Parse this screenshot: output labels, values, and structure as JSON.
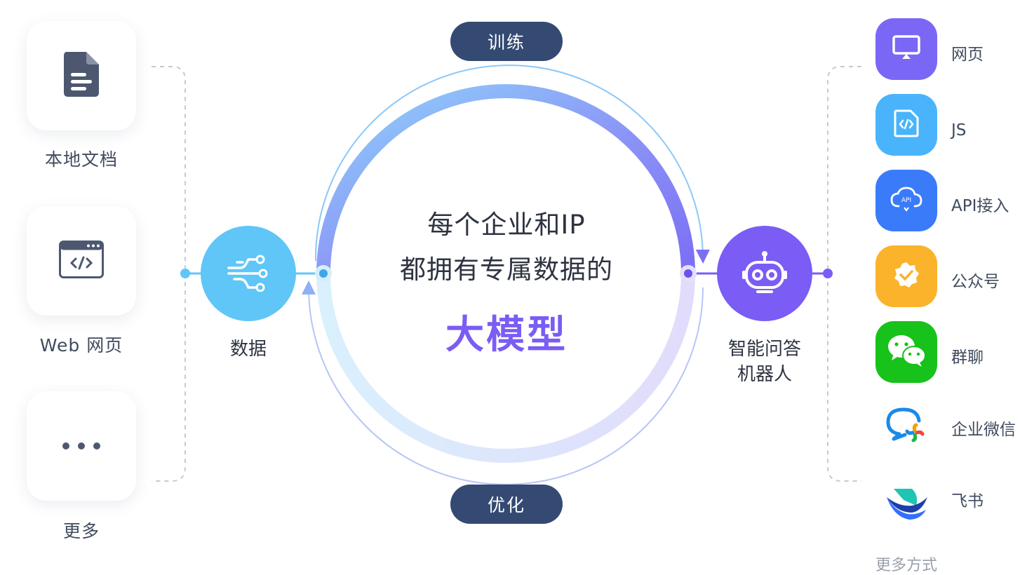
{
  "sources": [
    {
      "label": "本地文档",
      "icon": "document-icon"
    },
    {
      "label": "Web 网页",
      "icon": "browser-code-icon"
    },
    {
      "label": "更多",
      "icon": "more-dots-icon"
    }
  ],
  "cycle": {
    "top_pill": "训练",
    "bottom_pill": "优化"
  },
  "center": {
    "line1": "每个企业和IP",
    "line2": "都拥有专属数据的",
    "highlight": "大模型"
  },
  "data_node": {
    "label": "数据",
    "icon": "data-network-icon"
  },
  "bot_node": {
    "label_line1": "智能问答",
    "label_line2": "机器人",
    "icon": "robot-icon"
  },
  "channels": [
    {
      "label": "网页",
      "icon": "monitor-icon",
      "color": "#7a67f5"
    },
    {
      "label": "JS",
      "icon": "code-file-icon",
      "color": "#49b4fb"
    },
    {
      "label": "API接入",
      "icon": "cloud-api-icon",
      "color": "#3a7bfa"
    },
    {
      "label": "公众号",
      "icon": "badge-check-icon",
      "color": "#fbb32c"
    },
    {
      "label": "群聊",
      "icon": "wechat-icon",
      "color": "#17c21a"
    },
    {
      "label": "企业微信",
      "icon": "wecom-icon",
      "color": "#1a8ae8"
    },
    {
      "label": "飞书",
      "icon": "feishu-icon",
      "color": "#1fc4b3"
    }
  ],
  "more_ways": "更多方式",
  "colors": {
    "pill": "#344a72",
    "accent_purple": "#7b5cf5",
    "data_blue": "#5fc6f7",
    "bot_purple": "#7b5cf5"
  }
}
